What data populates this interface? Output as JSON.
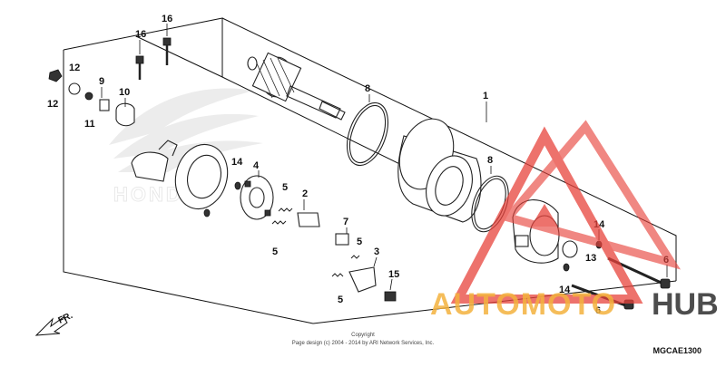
{
  "diagram": {
    "callouts": {
      "c1": "1",
      "c2": "2",
      "c3": "3",
      "c4": "4",
      "c5a": "5",
      "c5b": "5",
      "c5c": "5",
      "c5d": "5",
      "c6a": "6",
      "c6b": "6",
      "c7": "7",
      "c8a": "8",
      "c8b": "8",
      "c9": "9",
      "c10": "10",
      "c11": "11",
      "c12a": "12",
      "c12b": "12",
      "c13": "13",
      "c14a": "14",
      "c14b": "14",
      "c14c": "14",
      "c15": "15",
      "c16a": "16",
      "c16b": "16"
    },
    "direction_label": "FR.",
    "copyright_line1": "Copyright",
    "copyright_line2": "Page design (c) 2004 - 2014 by ARI Network Services, Inc.",
    "diagram_code": "MGCAE1300",
    "watermark_text": "HONDA",
    "colors": {
      "watermark_red": "#e8433c",
      "watermark_orange": "#f4b23e",
      "hub_dark": "#3a3a3a"
    }
  },
  "logo": {
    "brand_a": "AUTOMOTO",
    "brand_b": "HUB"
  }
}
